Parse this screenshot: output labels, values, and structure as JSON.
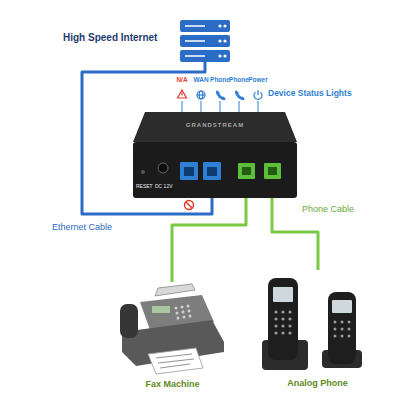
{
  "diagram": {
    "nodes": [
      {
        "text": [
          "High Speed Internet"
        ]
      },
      {
        "text": [
          "GRANDSTREAM"
        ]
      },
      {
        "text": [
          "Fax Machine"
        ]
      },
      {
        "text": [
          "Analog Phone"
        ]
      }
    ],
    "edges": [
      {
        "from": 0,
        "to": 1,
        "label": "Ethernet Cable",
        "arrow": "none"
      },
      {
        "from": 1,
        "to": 2,
        "arrow": "none"
      },
      {
        "from": 1,
        "to": 3,
        "label": "Phone Cable",
        "arrow": "none"
      }
    ],
    "labels": [
      "N/A",
      "WAN",
      "Phone",
      "Phone",
      "Power",
      "Device Status Lights",
      "RESET",
      "DC 12V"
    ]
  }
}
